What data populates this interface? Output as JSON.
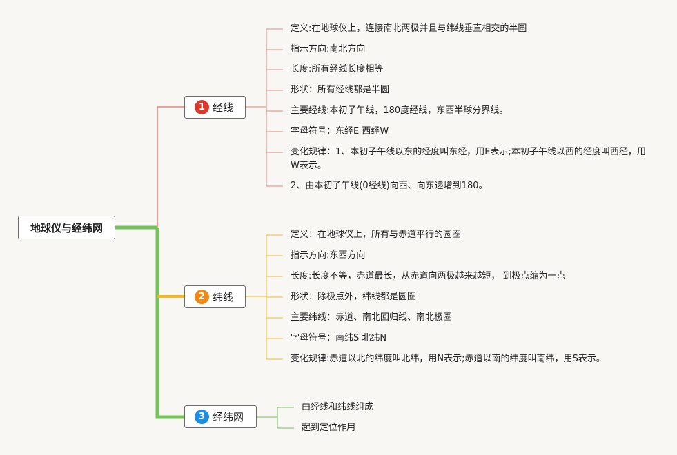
{
  "root": {
    "label": "地球仪与经纬网"
  },
  "branches": [
    {
      "badge": "1",
      "label": "经线",
      "items": [
        "定义:在地球仪上，连接南北两极并且与纬线垂直相交的半圆",
        "指示方向:南北方向",
        "长度:所有经线长度相等",
        "形状：所有经线都是半圆",
        "主要经线:本初子午线，180度经线，东西半球分界线。",
        "字母符号：东经E 西经W",
        "变化规律：1、本初子午线以东的经度叫东经，用E表示;本初子午线以西的经度叫西经，用W表示。",
        "2、由本初子午线(0经线)向西、向东递增到180。"
      ]
    },
    {
      "badge": "2",
      "label": "纬线",
      "items": [
        "定义：在地球仪上，所有与赤道平行的圆圈",
        "指示方向:东西方向",
        "长度:长度不等，赤道最长，从赤道向两极越来越短， 到极点缩为一点",
        "形状：除极点外，纬线都是圆圈",
        "主要纬线：赤道、南北回归线、南北极圈",
        "字母符号：南纬S 北纬N",
        "变化规律:赤道以北的纬度叫北纬，用N表示;赤道以南的纬度叫南纬，用S表示。"
      ]
    },
    {
      "badge": "3",
      "label": "经纬网",
      "items": [
        "由经线和纬线组成",
        "起到定位作用"
      ]
    }
  ],
  "colors": {
    "branch1": "#e8867d",
    "branch2": "#f3b82e",
    "branch3": "#74c25a"
  }
}
